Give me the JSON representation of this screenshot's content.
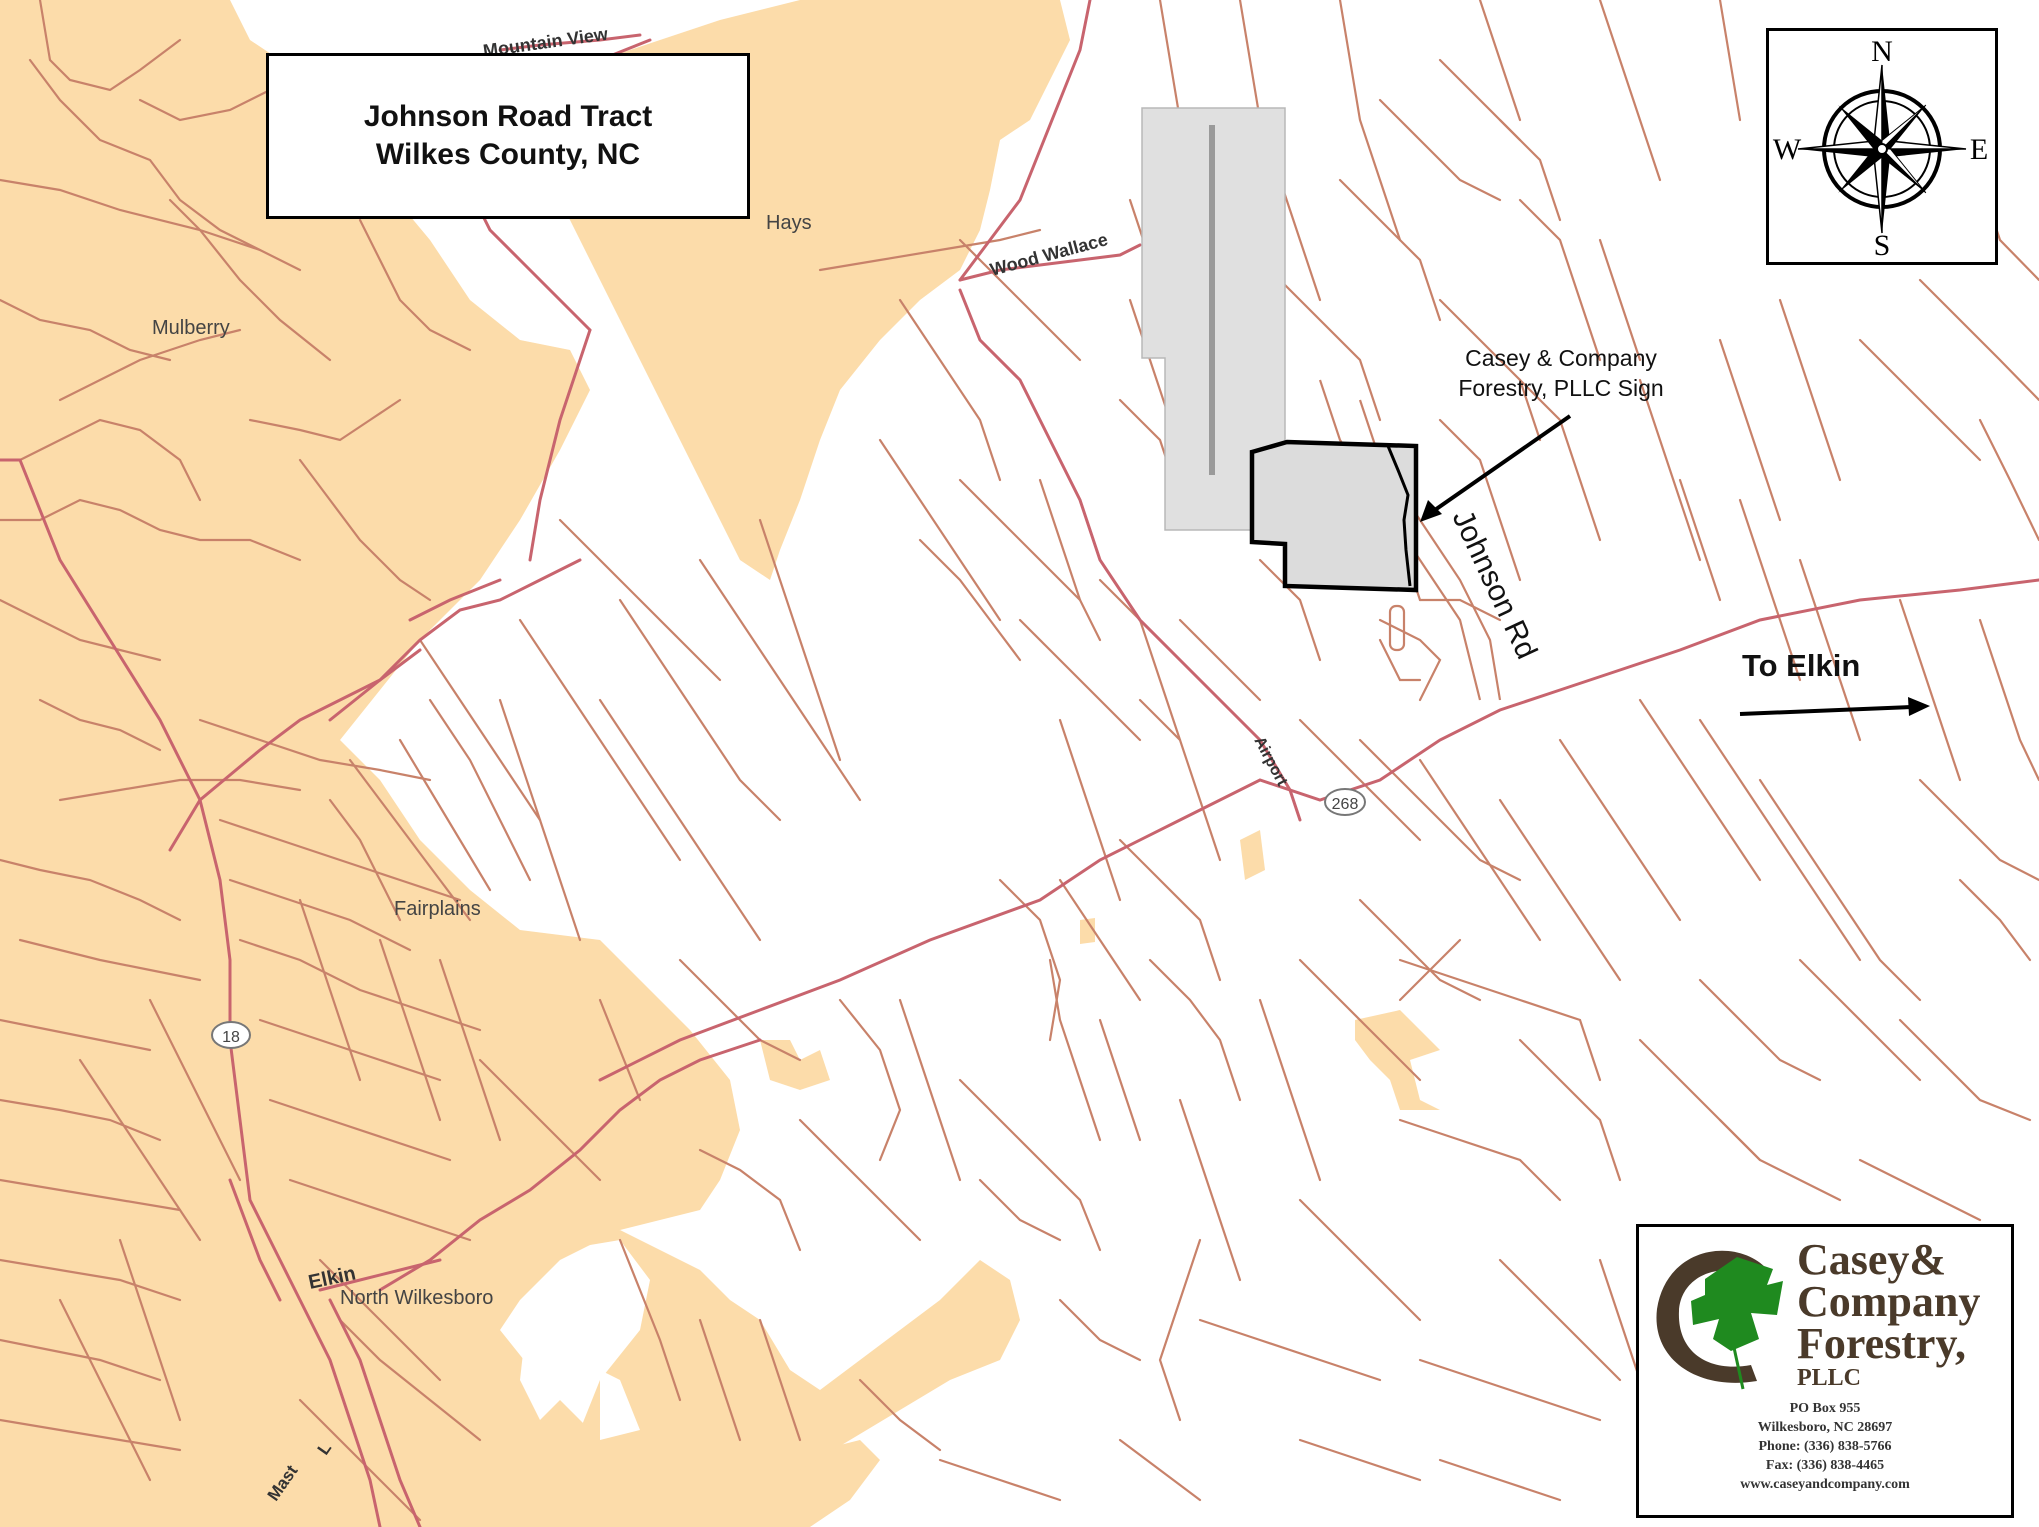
{
  "map": {
    "title_line1": "Johnson Road Tract",
    "title_line2": "Wilkes County, NC",
    "places": {
      "mulberry": "Mulberry",
      "hays": "Hays",
      "fairplains": "Fairplains",
      "north_wilkesboro": "North Wilkesboro"
    },
    "roads": {
      "mountain_view": "Mountain View",
      "wood_wallace": "Wood Wallace",
      "johnson_rd": "Johnson Rd",
      "airport": "Airport",
      "elkin": "Elkin",
      "mast": "Mast",
      "l": "L"
    },
    "shields": {
      "nc268": "268",
      "nc18": "18"
    },
    "annotations": {
      "sign_line1": "Casey & Company",
      "sign_line2": "Forestry, PLLC Sign",
      "to_elkin": "To Elkin"
    },
    "compass": {
      "n": "N",
      "s": "S",
      "e": "E",
      "w": "W"
    },
    "colors": {
      "urban": "#fcdcaa",
      "road": "#c8826a",
      "highway": "#c8646e",
      "tract": "#dcdcdc",
      "airport": "#e0e0e0"
    }
  },
  "logo": {
    "name_line1": "Casey&",
    "name_line2": "Company",
    "name_line3": "Forestry,",
    "suffix": "PLLC",
    "po_box": "PO Box 955",
    "city": "Wilkesboro, NC 28697",
    "phone": "Phone: (336) 838-5766",
    "fax": "Fax: (336) 838-4465",
    "web": "www.caseyandcompany.com"
  }
}
